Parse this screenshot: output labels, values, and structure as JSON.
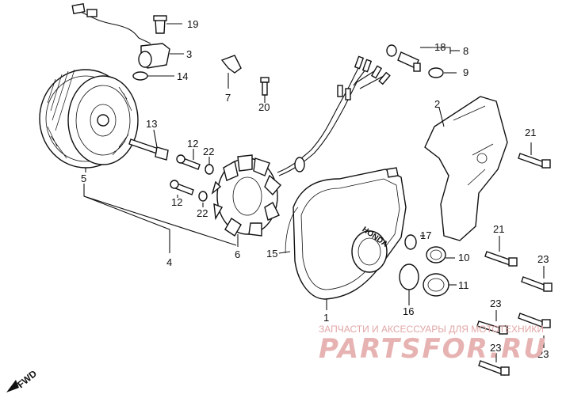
{
  "diagram": {
    "labels": {
      "p1": "1",
      "p2": "2",
      "p3": "3",
      "p4": "4",
      "p5": "5",
      "p6": "6",
      "p7": "7",
      "p8": "8",
      "p9": "9",
      "p10": "10",
      "p11": "11",
      "p12a": "12",
      "p12b": "12",
      "p13": "13",
      "p14": "14",
      "p15": "15",
      "p16": "16",
      "p17": "17",
      "p18": "18",
      "p19": "19",
      "p20": "20",
      "p21a": "21",
      "p21b": "21",
      "p22a": "22",
      "p22b": "22",
      "p23a": "23",
      "p23b": "23",
      "p23c": "23",
      "p23d": "23"
    },
    "cover_brand": "HONDA",
    "fwd_label": "FWD"
  },
  "watermark": {
    "line1": "ЗАПЧАСТИ И АКСЕССУАРЫ ДЛЯ МОТОТЕХНИКИ",
    "logo": "PARTSFOR.RU"
  }
}
